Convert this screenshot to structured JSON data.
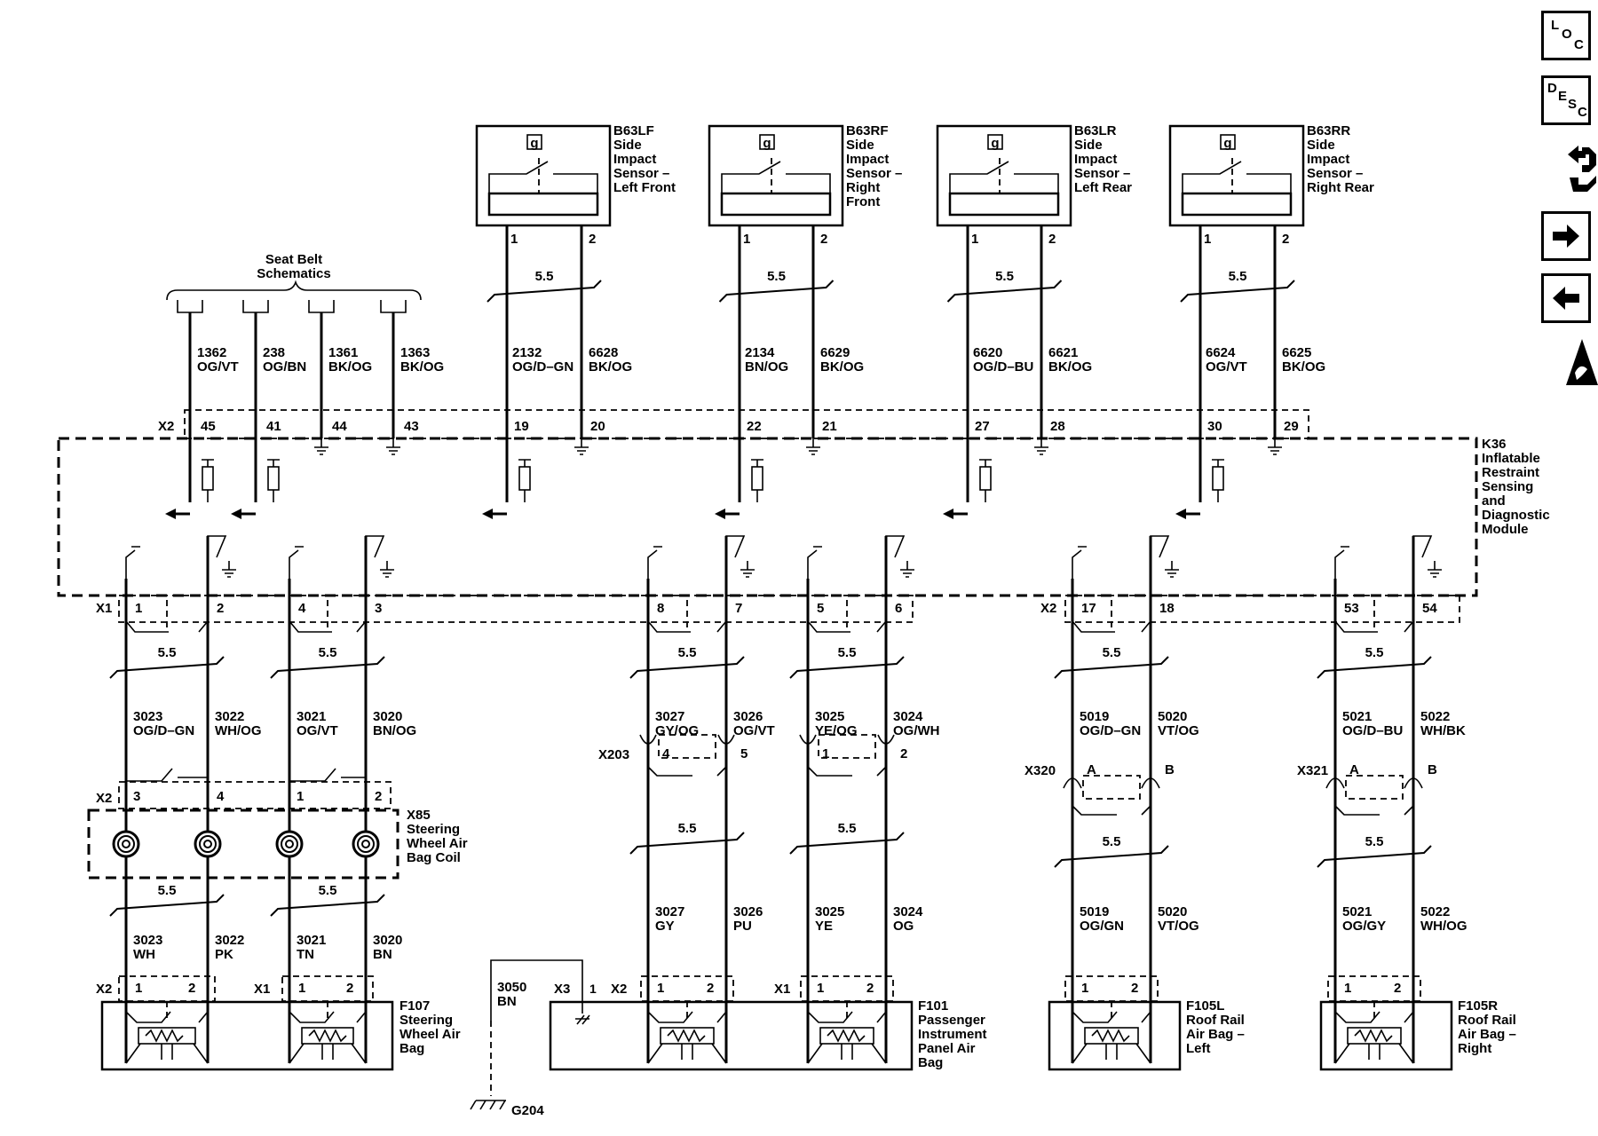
{
  "modules": {
    "k36": {
      "line1": "K36",
      "line2": "Inflatable",
      "line3": "Restraint",
      "line4": "Sensing",
      "line5": "and",
      "line6": "Diagnostic",
      "line7": "Module"
    },
    "x85": {
      "line1": "X85",
      "line2": "Steering",
      "line3": "Wheel Air",
      "line4": "Bag Coil"
    },
    "f107": {
      "line1": "F107",
      "line2": "Steering",
      "line3": "Wheel Air",
      "line4": "Bag"
    },
    "f101": {
      "line1": "F101",
      "line2": "Passenger",
      "line3": "Instrument",
      "line4": "Panel Air",
      "line5": "Bag"
    },
    "f105l": {
      "line1": "F105L",
      "line2": "Roof Rail",
      "line3": "Air Bag –",
      "line4": "Left"
    },
    "f105r": {
      "line1": "F105R",
      "line2": "Roof Rail",
      "line3": "Air Bag –",
      "line4": "Right"
    }
  },
  "sensors": [
    {
      "id": "B63LF",
      "line1": "Side",
      "line2": "Impact",
      "line3": "Sensor –",
      "line4": "Left Front",
      "line5": "",
      "badge": "g",
      "pin_a": "1",
      "pin_b": "2",
      "twist": "5.5",
      "wire_a_circuit": "2132",
      "wire_a_color": "OG/D–GN",
      "wire_b_circuit": "6628",
      "wire_b_color": "BK/OG",
      "cavity_a": "19",
      "cavity_b": "20"
    },
    {
      "id": "B63RF",
      "line1": "Side",
      "line2": "Impact",
      "line3": "Sensor –",
      "line4": "Right",
      "line5": "Front",
      "badge": "g",
      "pin_a": "1",
      "pin_b": "2",
      "twist": "5.5",
      "wire_a_circuit": "2134",
      "wire_a_color": "BN/OG",
      "wire_b_circuit": "6629",
      "wire_b_color": "BK/OG",
      "cavity_a": "22",
      "cavity_b": "21"
    },
    {
      "id": "B63LR",
      "line1": "Side",
      "line2": "Impact",
      "line3": "Sensor –",
      "line4": "Left Rear",
      "line5": "",
      "badge": "g",
      "pin_a": "1",
      "pin_b": "2",
      "twist": "5.5",
      "wire_a_circuit": "6620",
      "wire_a_color": "OG/D–BU",
      "wire_b_circuit": "6621",
      "wire_b_color": "BK/OG",
      "cavity_a": "27",
      "cavity_b": "28"
    },
    {
      "id": "B63RR",
      "line1": "Side",
      "line2": "Impact",
      "line3": "Sensor –",
      "line4": "Right Rear",
      "line5": "",
      "badge": "g",
      "pin_a": "1",
      "pin_b": "2",
      "twist": "5.5",
      "wire_a_circuit": "6624",
      "wire_a_color": "OG/VT",
      "wire_b_circuit": "6625",
      "wire_b_color": "BK/OG",
      "cavity_a": "30",
      "cavity_b": "29"
    }
  ],
  "seatbelt": {
    "title1": "Seat Belt",
    "title2": "Schematics",
    "wires": [
      {
        "circuit": "1362",
        "color": "OG/VT",
        "cavity": "45"
      },
      {
        "circuit": "238",
        "color": "OG/BN",
        "cavity": "41"
      },
      {
        "circuit": "1361",
        "color": "BK/OG",
        "cavity": "44"
      },
      {
        "circuit": "1363",
        "color": "BK/OG",
        "cavity": "43"
      }
    ]
  },
  "connectors": {
    "x2_top": "X2",
    "x1_k36": "X1",
    "x2_k36": "X2",
    "x203": "X203",
    "x320": "X320",
    "x321": "X321",
    "x85_x2": "X2",
    "f107_x2": "X2",
    "f107_x1": "X1",
    "f101_x3": "X3",
    "f101_x2": "X2",
    "f101_x1": "X1"
  },
  "k36_cavities": [
    "1",
    "2",
    "4",
    "3",
    "8",
    "7",
    "5",
    "6",
    "17",
    "18",
    "53",
    "54"
  ],
  "upper_wires": [
    {
      "circuit": "3023",
      "color": "OG/D–GN"
    },
    {
      "circuit": "3022",
      "color": "WH/OG"
    },
    {
      "circuit": "3021",
      "color": "OG/VT"
    },
    {
      "circuit": "3020",
      "color": "BN/OG"
    },
    {
      "circuit": "3027",
      "color": "GY/OG"
    },
    {
      "circuit": "3026",
      "color": "OG/VT"
    },
    {
      "circuit": "3025",
      "color": "YE/OG"
    },
    {
      "circuit": "3024",
      "color": "OG/WH"
    },
    {
      "circuit": "5019",
      "color": "OG/D–GN"
    },
    {
      "circuit": "5020",
      "color": "VT/OG"
    },
    {
      "circuit": "5021",
      "color": "OG/D–BU"
    },
    {
      "circuit": "5022",
      "color": "WH/BK"
    }
  ],
  "lower_wires": [
    {
      "circuit": "3023",
      "color": "WH"
    },
    {
      "circuit": "3022",
      "color": "PK"
    },
    {
      "circuit": "3021",
      "color": "TN"
    },
    {
      "circuit": "3020",
      "color": "BN"
    },
    {
      "circuit": "3027",
      "color": "GY"
    },
    {
      "circuit": "3026",
      "color": "PU"
    },
    {
      "circuit": "3025",
      "color": "YE"
    },
    {
      "circuit": "3024",
      "color": "OG"
    },
    {
      "circuit": "5019",
      "color": "OG/GN"
    },
    {
      "circuit": "5020",
      "color": "VT/OG"
    },
    {
      "circuit": "5021",
      "color": "OG/GY"
    },
    {
      "circuit": "5022",
      "color": "WH/OG"
    }
  ],
  "inline_pins": {
    "x2_coil": [
      "3",
      "4",
      "1",
      "2"
    ],
    "x203": [
      "4",
      "5",
      "1",
      "2"
    ],
    "x320": [
      "A",
      "B"
    ],
    "x321": [
      "A",
      "B"
    ]
  },
  "device_pins": {
    "a": "1",
    "b": "2",
    "x3": "1"
  },
  "twist_label": "5.5",
  "ground": {
    "circuit": "3050",
    "color": "BN",
    "label": "G204"
  },
  "nav": {
    "loc": [
      "L",
      "O",
      "C"
    ],
    "desc": [
      "D",
      "E",
      "S",
      "C"
    ],
    "icons": [
      "connector-icon",
      "next-arrow-icon",
      "previous-arrow-icon",
      "esd-warning-icon"
    ]
  }
}
